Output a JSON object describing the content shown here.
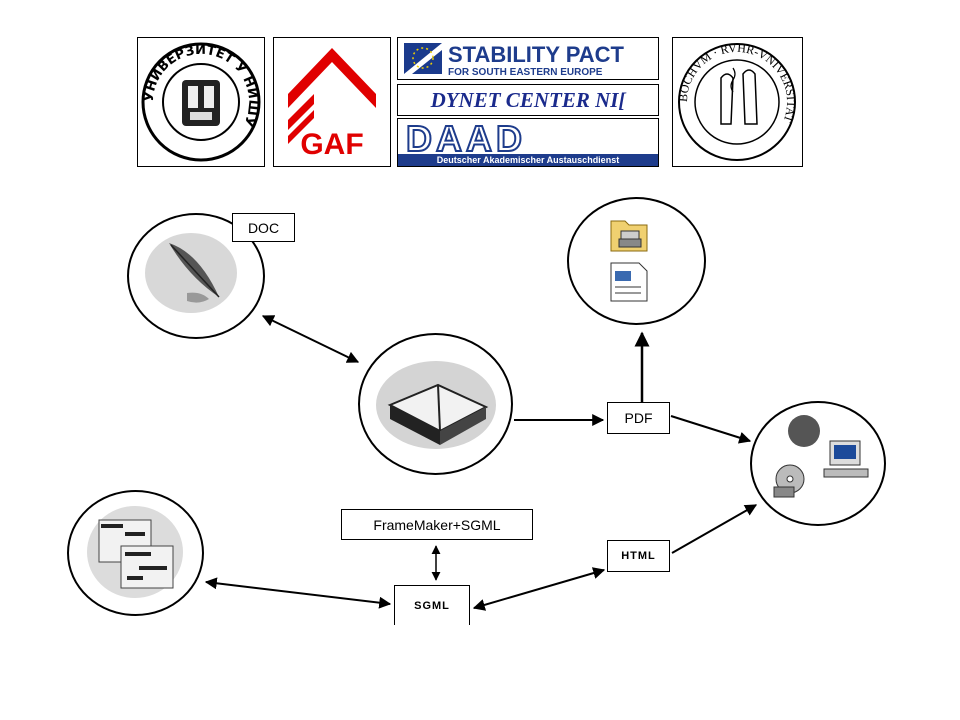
{
  "logos": {
    "nis_seal_text": "УНИВЕРЗИТЕТ У НИШУ",
    "gaf_text": "GAF",
    "stability_title": "STABILITY PACT",
    "stability_sub": "FOR SOUTH EASTERN EUROPE",
    "dynet": "DYNET CENTER NI[",
    "daad_text": "DAAD",
    "daad_sub": "Deutscher Akademischer Austauschdienst",
    "bochum_seal_text": "BOCHVM · RVHR-VNIVERSITAT"
  },
  "diagram": {
    "doc_label": "DOC",
    "pdf_label": "PDF",
    "framemaker_label": "FrameMaker+SGML",
    "html_label": "HTML",
    "sgml_label": "SGML"
  }
}
